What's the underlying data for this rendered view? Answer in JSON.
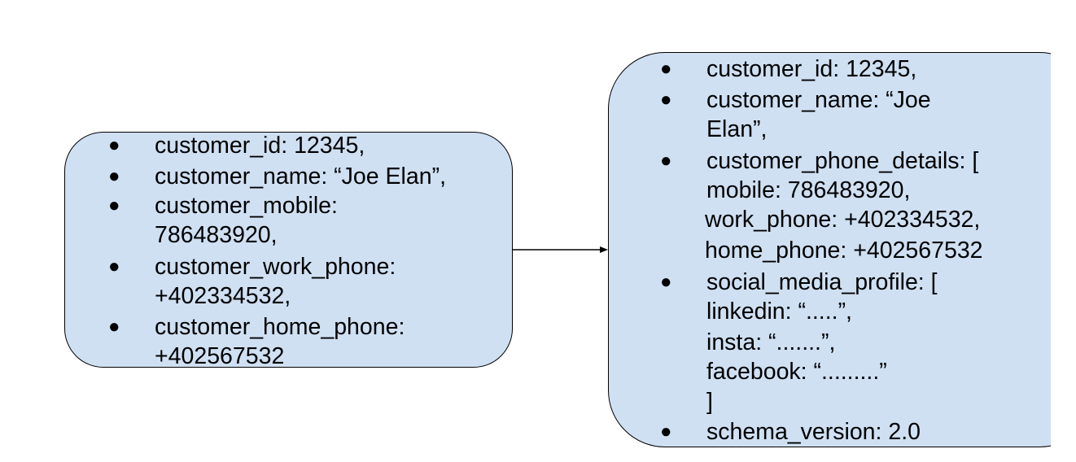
{
  "left_box": {
    "items": [
      [
        "customer_id: 12345,"
      ],
      [
        "customer_name: “Joe Elan”,"
      ],
      [
        "customer_mobile:",
        "786483920,"
      ],
      [
        "customer_work_phone:",
        "+402334532,"
      ],
      [
        "customer_home_phone:",
        "+402567532"
      ]
    ]
  },
  "right_box": {
    "items": [
      [
        "customer_id: 12345,"
      ],
      [
        "customer_name: “Joe",
        "Elan”,"
      ],
      [
        "customer_phone_details: [",
        "mobile: 786483920,",
        "work_phone: +402334532,",
        "home_phone: +402567532"
      ],
      [
        "social_media_profile: [",
        "linkedin: “.....”,",
        "insta: “.......”,",
        "facebook: “.........”",
        "]"
      ],
      [
        "schema_version: 2.0"
      ]
    ]
  },
  "bullet_glyph": "●",
  "colors": {
    "box_fill": "#cfe0f3",
    "stroke": "#000000"
  }
}
